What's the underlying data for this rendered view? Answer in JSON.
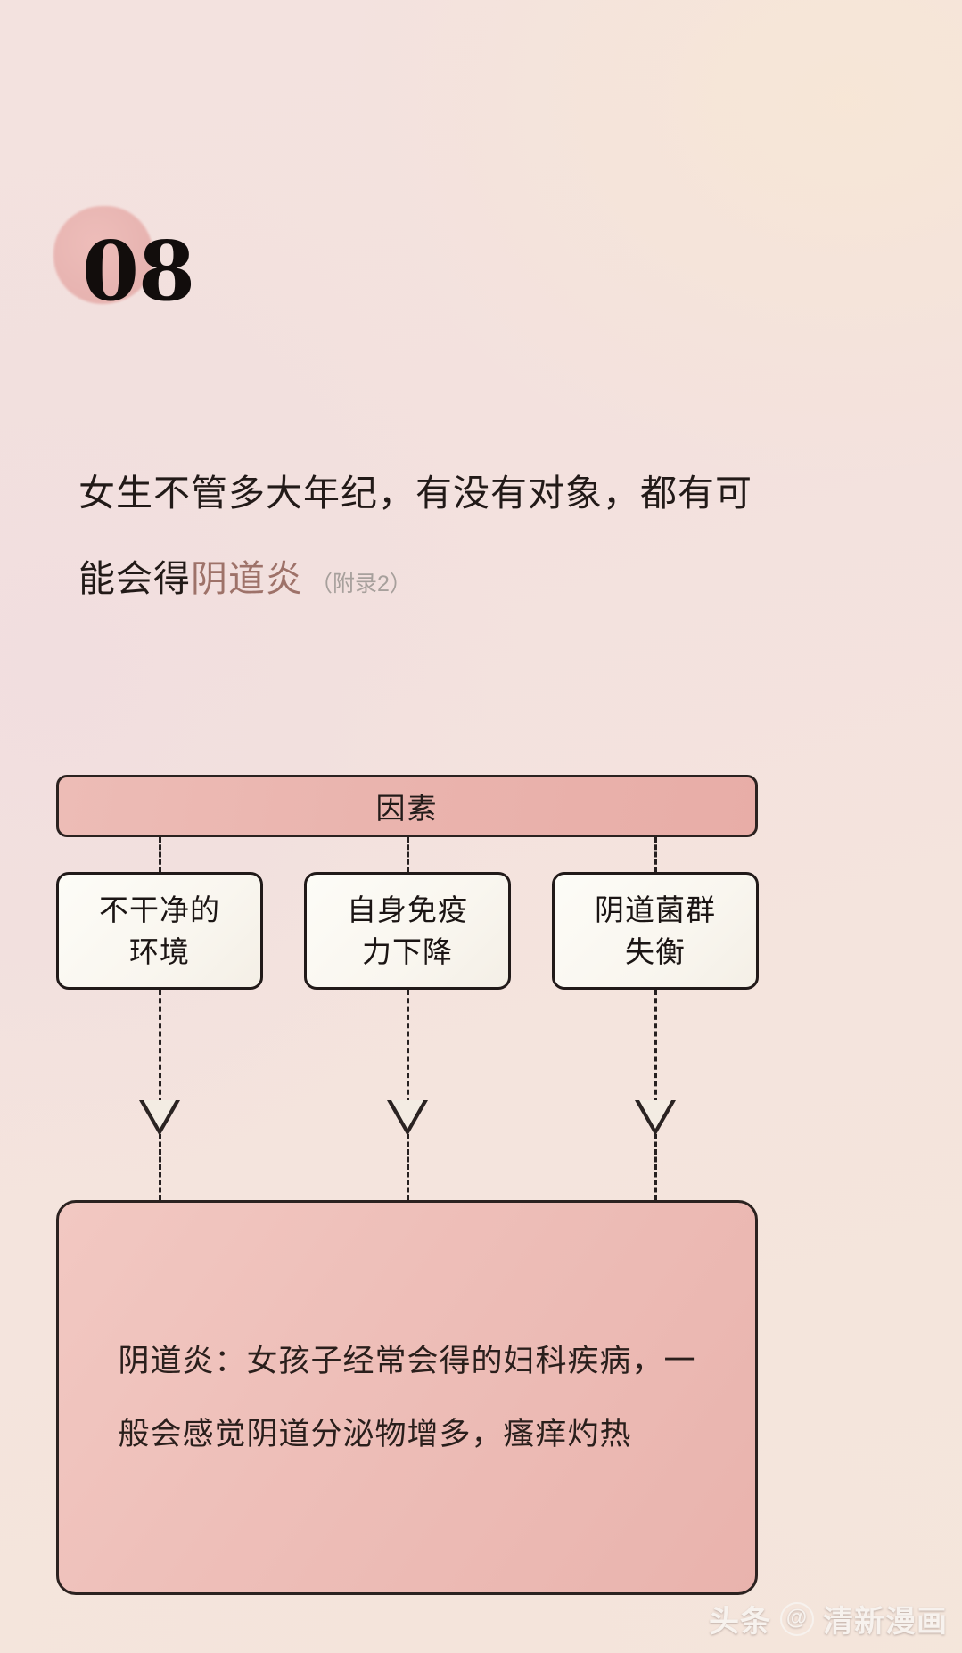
{
  "colors": {
    "background_start": "#f3e2df",
    "background_end": "#f4e6db",
    "blob": "#e8b3b0",
    "accent_text": "#9e7269",
    "note_text": "#a7a09c",
    "header_bar": "#eab4ae",
    "bottom_box": "#eebfb9",
    "box_border": "#211a19",
    "body_text": "#221a18",
    "white_box": "#fbf8f2",
    "watermark": "#f7f2ee"
  },
  "badge": {
    "number": "08"
  },
  "heading": {
    "line1": "女生不管多大年纪，有没有对象，都有可",
    "line2_prefix": "能会得",
    "line2_accent": "阴道炎",
    "line2_note": "（附录2）"
  },
  "chart_data": {
    "type": "diagram",
    "title": "因素",
    "nodes": [
      {
        "id": "f1",
        "label": "不干净的\n环境"
      },
      {
        "id": "f2",
        "label": "自身免疫\n力下降"
      },
      {
        "id": "f3",
        "label": "阴道菌群\n失衡"
      }
    ],
    "result": {
      "id": "result",
      "line1": "阴道炎：女孩子经常会得的妇科疾病，一",
      "line2": "般会感觉阴道分泌物增多，瘙痒灼热"
    },
    "connector_style": "dashed",
    "arrow_style": "hollow-triangle-down"
  },
  "flow": {
    "header_label": "因素",
    "boxes": [
      {
        "line1": "不干净的",
        "line2": "环境"
      },
      {
        "line1": "自身免疫",
        "line2": "力下降"
      },
      {
        "line1": "阴道菌群",
        "line2": "失衡"
      }
    ],
    "result_line1": "阴道炎：女孩子经常会得的妇科疾病，一",
    "result_line2": "般会感觉阴道分泌物增多，瘙痒灼热"
  },
  "watermark": {
    "platform": "头条",
    "at": "@",
    "account": "清新漫画"
  }
}
